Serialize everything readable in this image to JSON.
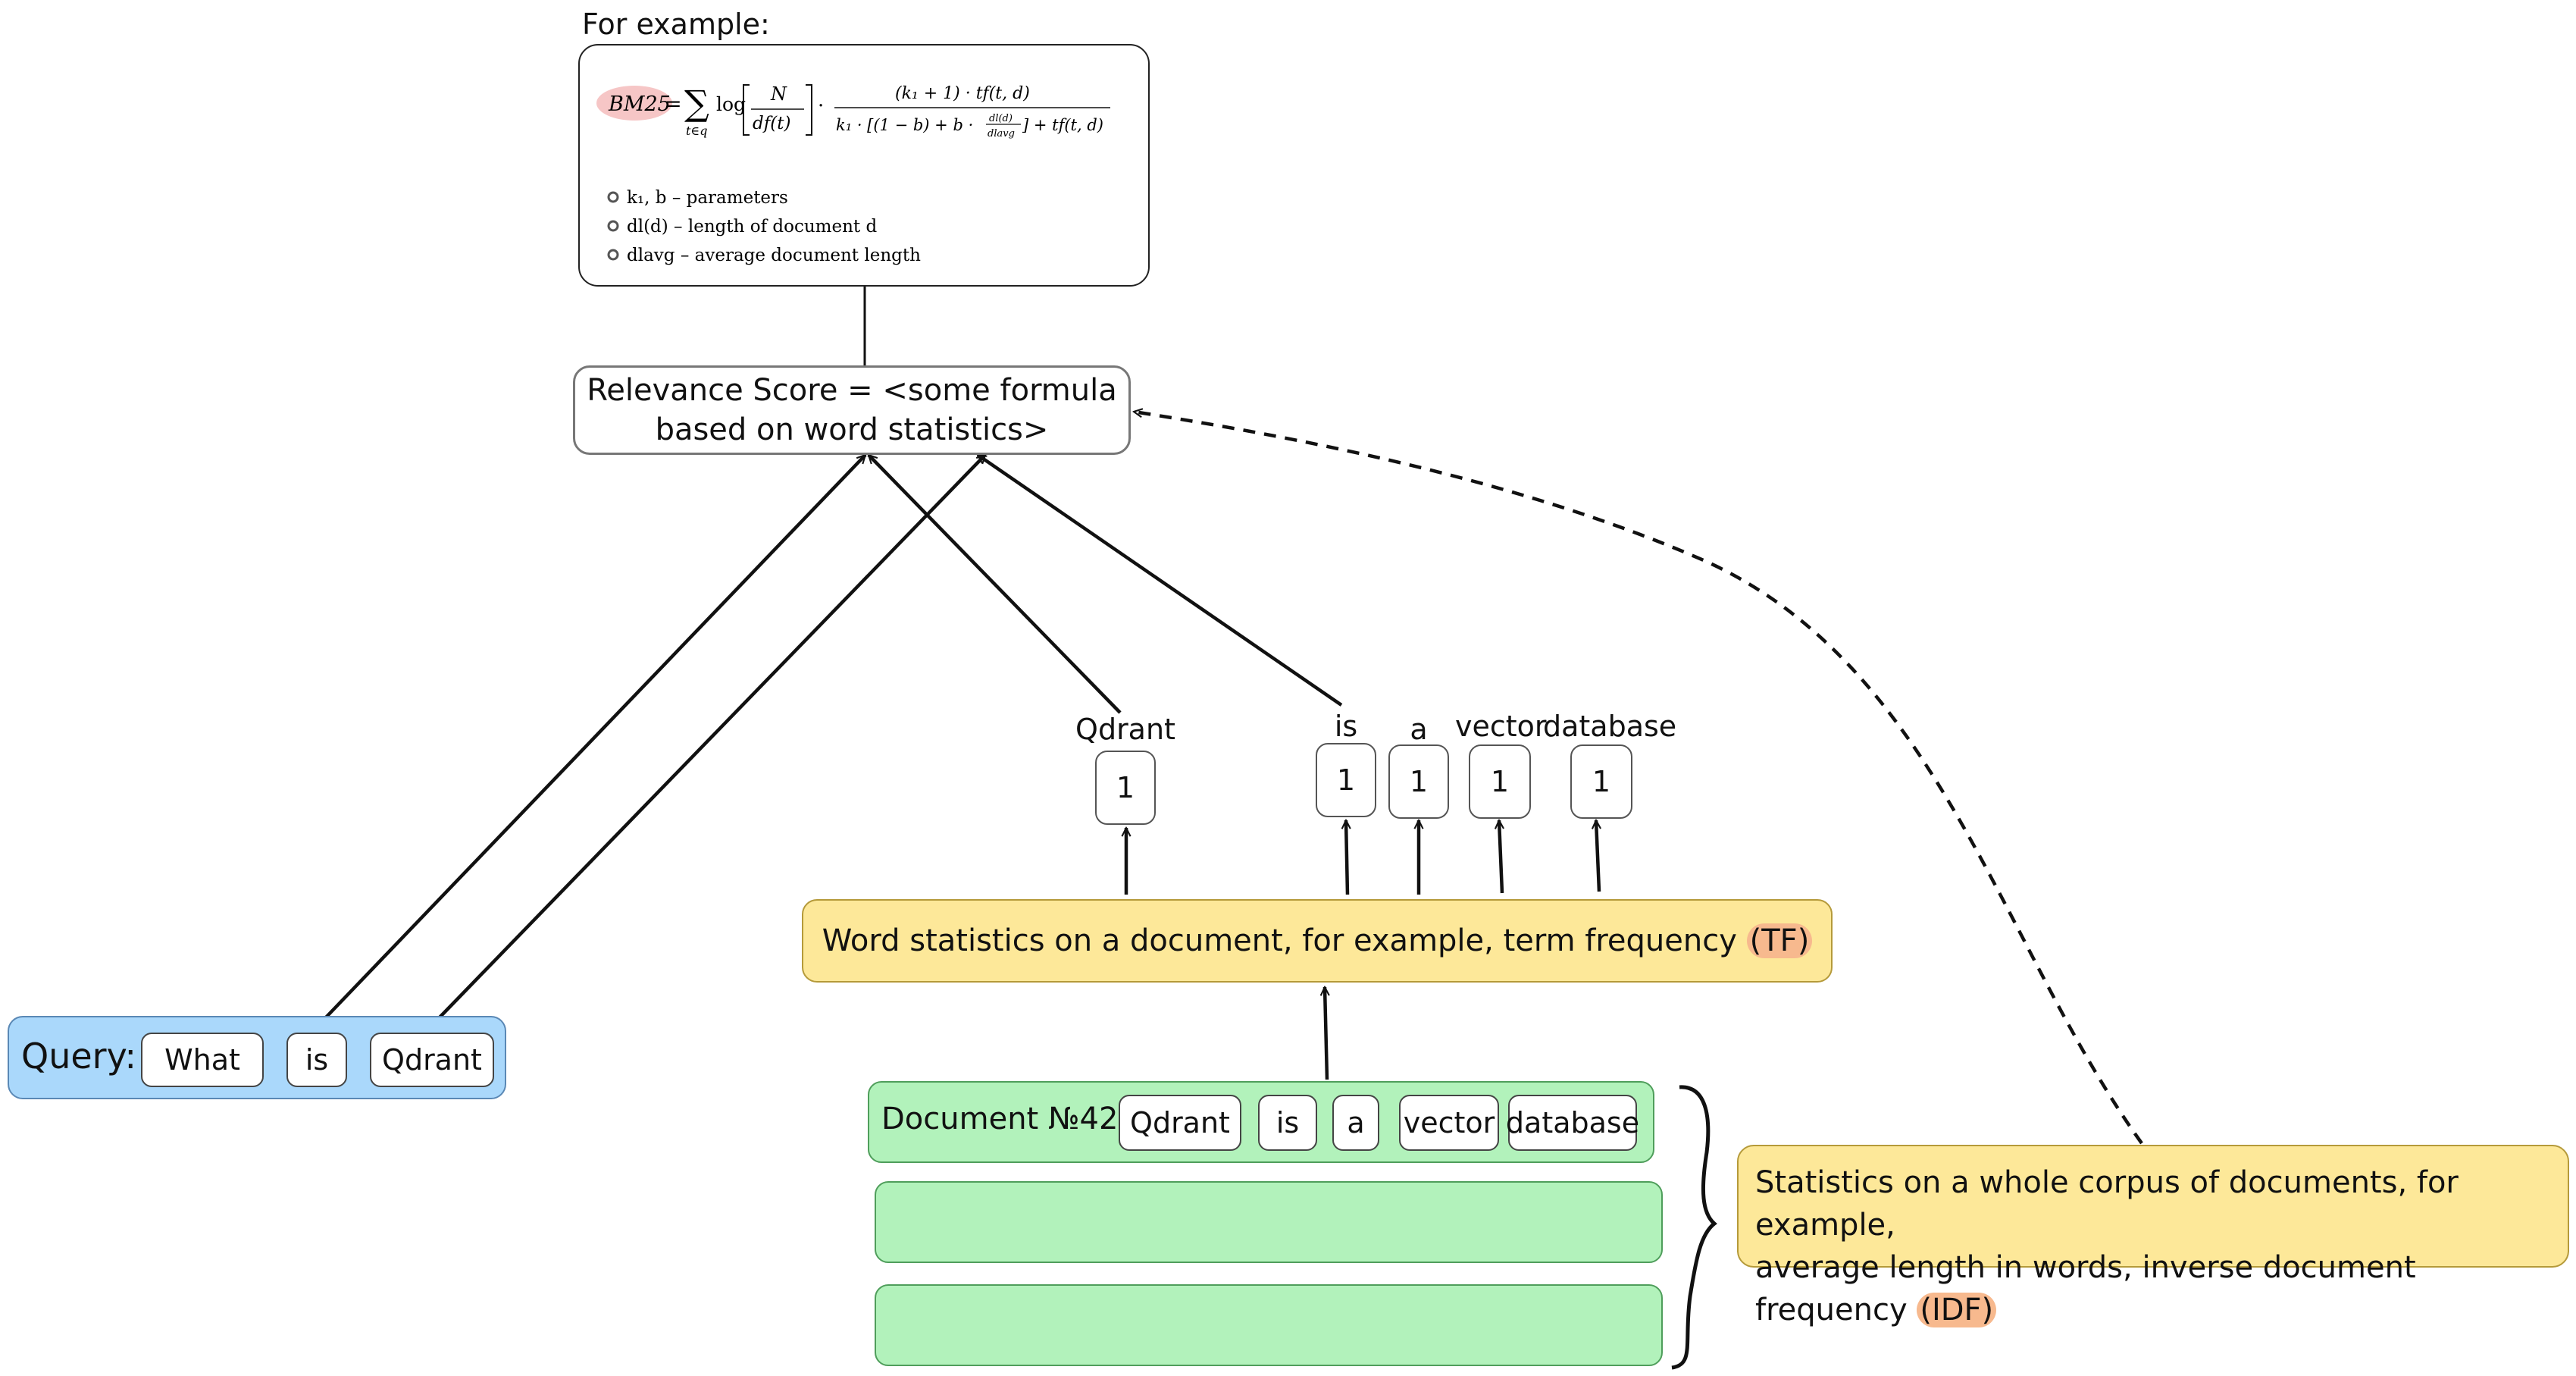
{
  "formula_panel": {
    "title": "For example:",
    "bm25_label": "BM25",
    "formula": {
      "eq": "=",
      "sum": "∑",
      "sum_sub": "t∈q",
      "log": "log",
      "frac1_num": "N",
      "frac1_den": "df(t)",
      "dot": "·",
      "frac2_num": "(k₁ + 1) · tf(t, d)",
      "frac2_den_a": "k₁ · [(1 − b) + b ·",
      "frac2_den_dl_num": "dl(d)",
      "frac2_den_dl_den": "dlavg",
      "frac2_den_b": "] + tf(t, d)"
    },
    "bullets": [
      "k₁, b – parameters",
      "dl(d) – length of document d",
      "dlavg – average document length"
    ]
  },
  "relevance": {
    "line1": "Relevance Score = <some formula",
    "line2": "based on word statistics>"
  },
  "query": {
    "label": "Query:",
    "tokens": [
      "What",
      "is",
      "Qdrant"
    ]
  },
  "term_counts": [
    {
      "word": "Qdrant",
      "count": "1"
    },
    {
      "word": "is",
      "count": "1"
    },
    {
      "word": "a",
      "count": "1"
    },
    {
      "word": "vector",
      "count": "1"
    },
    {
      "word": "database",
      "count": "1"
    }
  ],
  "tf_box": {
    "text": "Word statistics on a document, for example, term frequency",
    "highlight": "(TF)"
  },
  "document": {
    "label": "Document №42:",
    "tokens": [
      "Qdrant",
      "is",
      "a",
      "vector",
      "database"
    ]
  },
  "idf_box": {
    "line1": "Statistics on a whole corpus of documents, for example,",
    "line2": "average length in words, inverse document frequency",
    "highlight": "(IDF)"
  },
  "colors": {
    "query_fill": "#aad8fb",
    "yellow_fill": "#fde899",
    "doc_fill": "#b2f2bb",
    "highlight": "#f7b98e"
  }
}
